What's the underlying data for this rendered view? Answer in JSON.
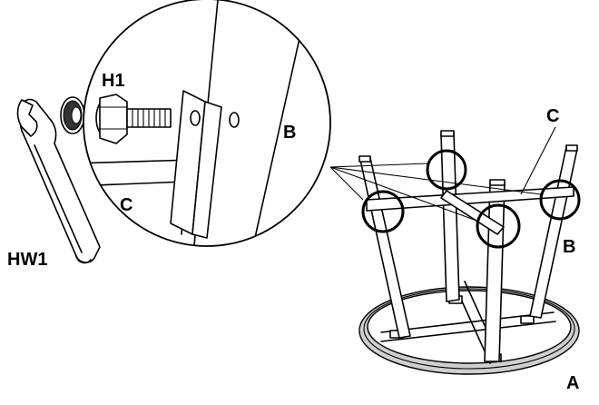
{
  "labels": {
    "hardware_bolt": "H1",
    "hardware_wrench": "HW1",
    "leg": "B",
    "rail": "C",
    "tabletop": "A"
  }
}
